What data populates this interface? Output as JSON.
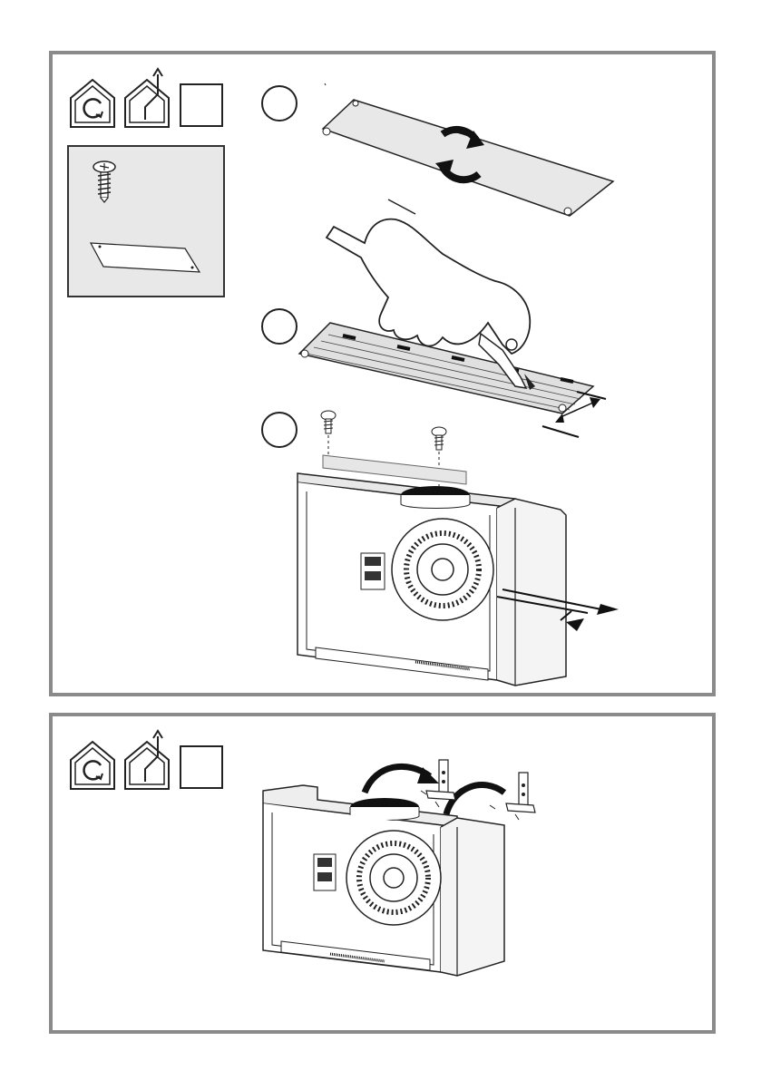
{
  "panels": [
    {
      "id": "panel-1",
      "icons": [
        "recirculation-mode-icon",
        "ducted-mode-icon",
        "blank-mode-icon"
      ],
      "parts_box": {
        "items": [
          "screw-icon",
          "plate-icon"
        ]
      },
      "steps": [
        {
          "number": "",
          "illustration": "filter-flip"
        },
        {
          "number": "",
          "illustration": "filter-cut"
        },
        {
          "number": "",
          "illustration": "plate-screwed-on-hood"
        }
      ]
    },
    {
      "id": "panel-2",
      "icons": [
        "recirculation-mode-icon",
        "ducted-mode-icon",
        "blank-mode-icon"
      ],
      "illustration": "brackets-flip-on-hood"
    }
  ],
  "colors": {
    "frame": "#8a8a8a",
    "line": "#222222",
    "fill_light": "#e6e6e6",
    "fill_mid": "#d0d0d0"
  }
}
